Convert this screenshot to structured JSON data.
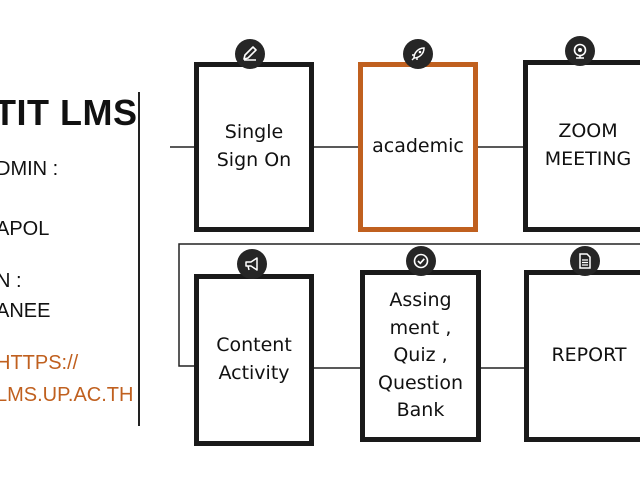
{
  "sidebar": {
    "title": "TIT LMS",
    "admin_label": "DMIN :",
    "admin_name": "APOL",
    "second_label": "N :",
    "second_name": "ANEE",
    "link_line1": "HTTPS://",
    "link_line2": "LMS.UP.AC.TH",
    "link_color": "#c0601f"
  },
  "steps": [
    {
      "label": "Single Sign On",
      "icon": "pen-icon"
    },
    {
      "label": "academic",
      "icon": "rocket-icon",
      "accent": "#c0601f"
    },
    {
      "label": "ZOOM MEETING",
      "icon": "webcam-icon"
    },
    {
      "label": "Content Activity",
      "icon": "megaphone-icon"
    },
    {
      "label": "Assing ment , Quiz , Question Bank",
      "icon": "check-circle-icon"
    },
    {
      "label": "REPORT",
      "icon": "document-icon"
    }
  ]
}
